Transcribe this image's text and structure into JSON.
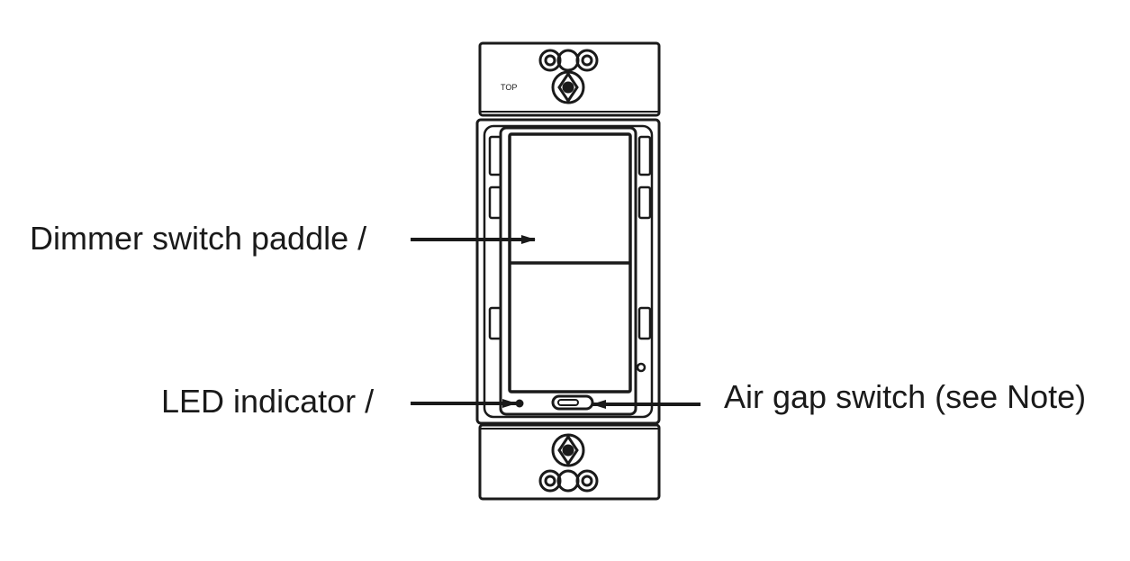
{
  "diagram": {
    "top_marking": "TOP",
    "callouts": {
      "dimmer_paddle": "Dimmer switch paddle /",
      "led_indicator": "LED indicator /",
      "air_gap_switch": "Air gap switch (see Note)"
    }
  },
  "colors": {
    "line": "#1a1a1a",
    "background": "#ffffff"
  }
}
